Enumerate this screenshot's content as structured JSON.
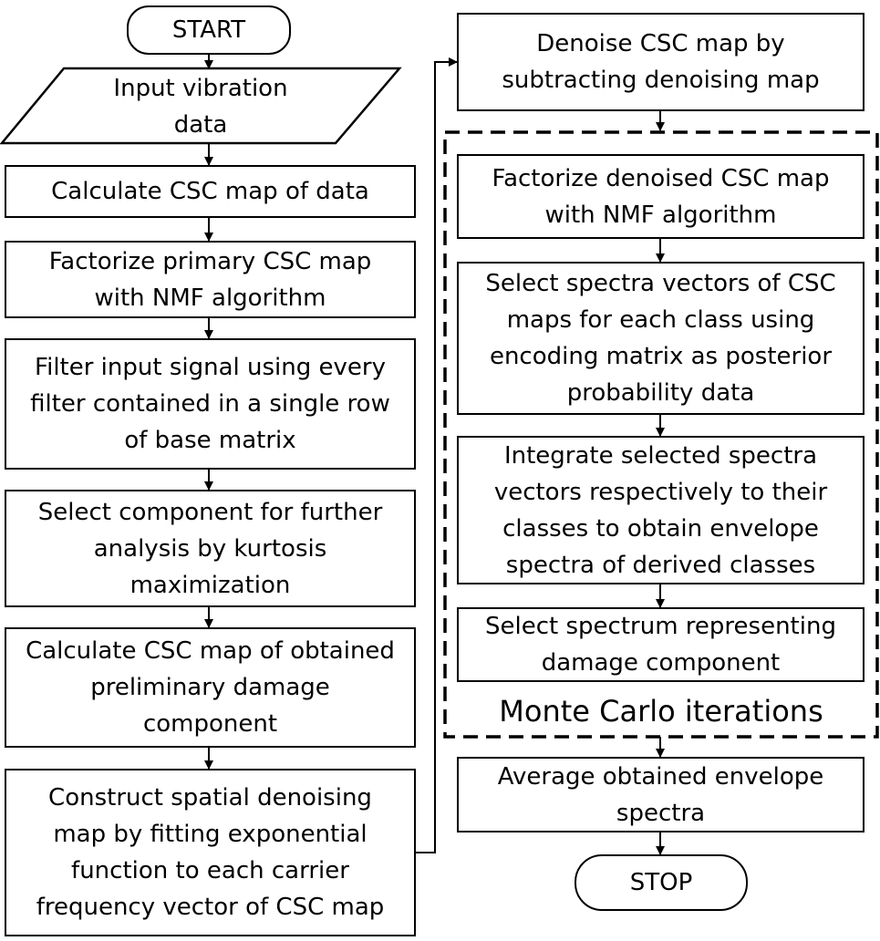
{
  "flowchart": {
    "left_column": [
      {
        "id": "start",
        "text": "START"
      },
      {
        "id": "input",
        "text": "Input vibration\ndata"
      },
      {
        "id": "calc1",
        "text": "Calculate CSC map of data"
      },
      {
        "id": "factorize1",
        "text": "Factorize primary CSC map\nwith NMF algorithm"
      },
      {
        "id": "filter",
        "text": "Filter input signal using every\nfilter contained in a single row\nof base matrix"
      },
      {
        "id": "select_comp",
        "text": "Select component for further\nanalysis by kurtosis\nmaximization"
      },
      {
        "id": "calc2",
        "text": "Calculate CSC map of obtained\npreliminary damage\ncomponent"
      },
      {
        "id": "construct",
        "text": "Construct spatial denoising\nmap by fitting exponential\nfunction to each carrier\nfrequency vector of CSC map"
      }
    ],
    "right_column": [
      {
        "id": "denoise",
        "text": "Denoise CSC map by\nsubtracting denoising map"
      },
      {
        "id": "factorize2",
        "text": "Factorize denoised CSC map\nwith NMF algorithm"
      },
      {
        "id": "select_spectra",
        "text": "Select spectra vectors of CSC\nmaps for each class using\nencoding matrix as posterior\nprobability data"
      },
      {
        "id": "integrate",
        "text": "Integrate selected spectra\nvectors respectively to their\nclasses to obtain envelope\nspectra of derived classes"
      },
      {
        "id": "select_spectrum",
        "text": "Select spectrum representing\ndamage component"
      },
      {
        "id": "average",
        "text": "Average obtained envelope\nspectra"
      },
      {
        "id": "stop",
        "text": "STOP"
      }
    ],
    "loop_label": "Monte Carlo iterations"
  }
}
